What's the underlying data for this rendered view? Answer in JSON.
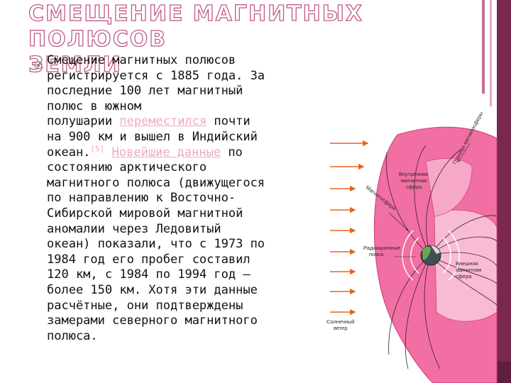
{
  "title": {
    "line1": "СМЕЩЕНИЕ МАГНИТНЫХ ПОЛЮСОВ",
    "line2": "ЗЕМЛИ"
  },
  "body": {
    "l1": "Смещение магнитных полюсов",
    "l2": "регистрируется с 1885 года. За",
    "l3": "последние 100 лет магнитный",
    "l4": "полюс в южном",
    "l5a": "полушарии ",
    "l5_link": "переместился",
    "l5b": " почти",
    "l6": "на 900 км и вышел в Индийский",
    "l7a": "океан.",
    "l7_ref": "[5]",
    "l7_link": "Новейшие данные",
    "l7b": " по",
    "l8": "состоянию арктического",
    "l9": "магнитного полюса (движущегося",
    "l10": "по направлению к Восточно-",
    "l11": "Сибирской мировой магнитной",
    "l12": "аномалии через Ледовитый",
    "l13": "океан) показали, что с 1973 по",
    "l14": "1984 год его пробег составил",
    "l15": "120 км, с 1984 по 1994 год —",
    "l16": "более 150 км. Хотя эти данные",
    "l17": "расчётные, они подтверждены",
    "l18": "замерами северного магнитного",
    "l19": "полюса."
  },
  "diagram": {
    "label_inner": [
      "Внутренняя",
      "магнитная",
      "сфера"
    ],
    "label_magnetosphere": "Магнитосфера",
    "label_boundary": "Граница магнитосферы",
    "label_radiation": [
      "Радиационные",
      "пояса"
    ],
    "label_outer": [
      "Внешняя",
      "магнитная",
      "сфера"
    ],
    "label_wind": [
      "Солнечный",
      "ветер"
    ]
  },
  "colors": {
    "accent": "#c05a8a",
    "link": "#f0a9bd",
    "pink": "#f26fa3",
    "pink_light": "#f7a7c8"
  }
}
